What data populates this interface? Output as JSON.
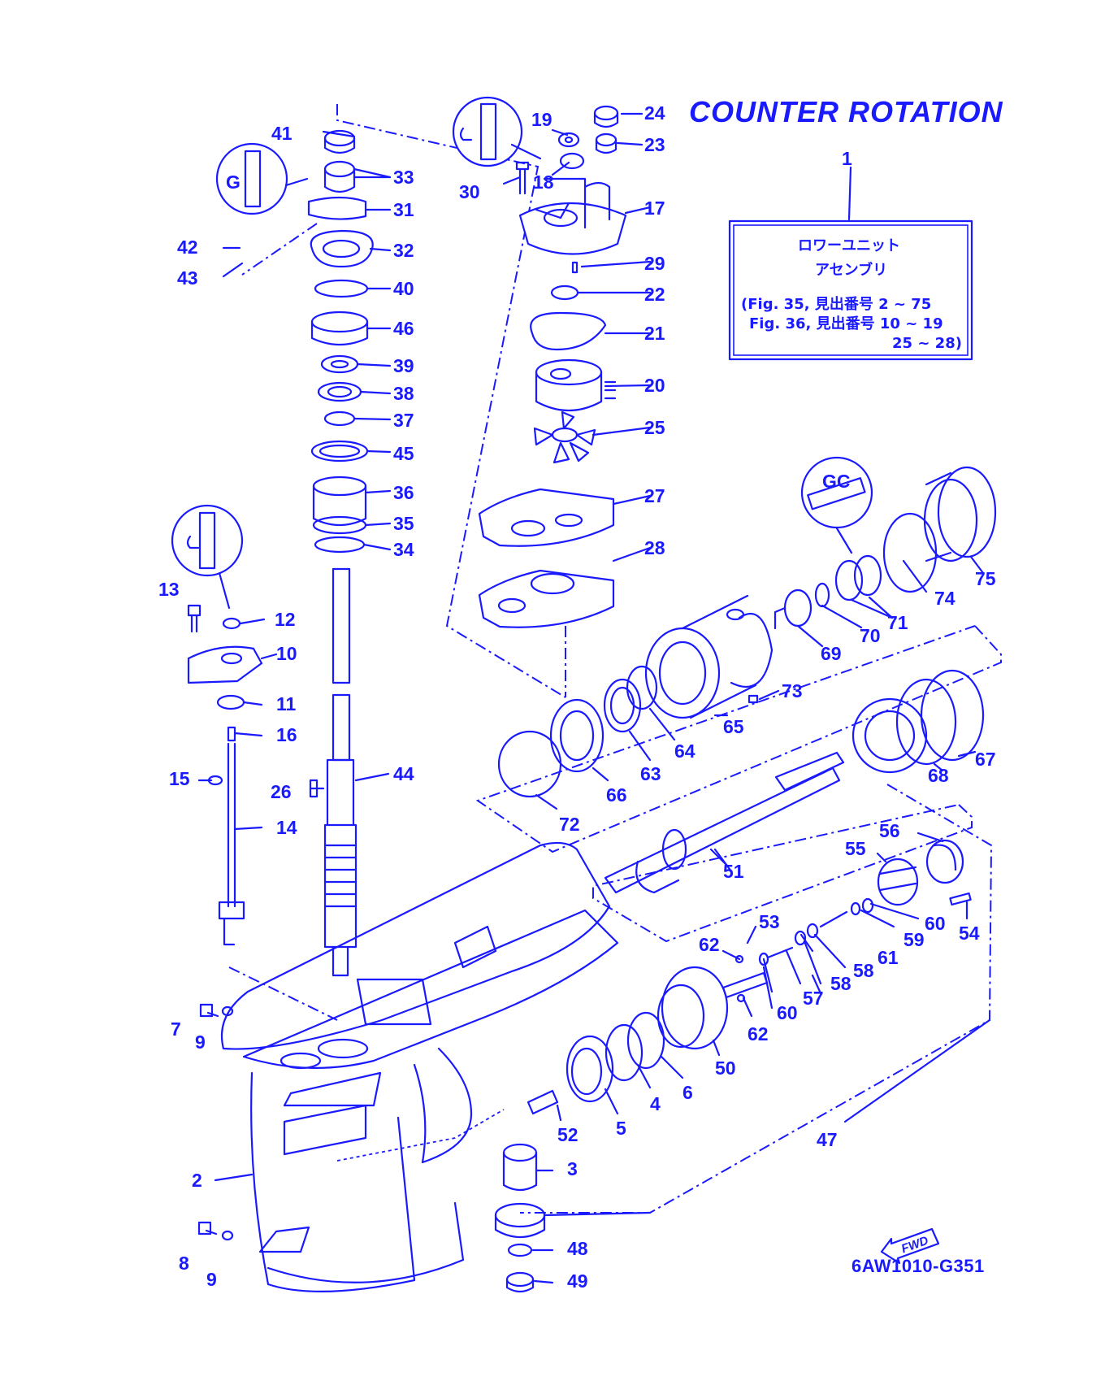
{
  "title": "COUNTER ROTATION",
  "drawing_code": "6AW1010-G351",
  "fwd_label": "FWD",
  "assembly_box": {
    "ref": "1",
    "line1": "ロワーユニット",
    "line2": "アセンブリ",
    "line3": "(Fig. 35, 見出番号  2 ~ 75",
    "line4": "Fig. 36, 見出番号  10 ~ 19",
    "line5": "25 ~ 28)"
  },
  "callouts": {
    "c2": "2",
    "c3": "3",
    "c4": "4",
    "c5": "5",
    "c6": "6",
    "c7": "7",
    "c8": "8",
    "c9a": "9",
    "c9b": "9",
    "c10": "10",
    "c11": "11",
    "c12": "12",
    "c13": "13",
    "c14": "14",
    "c15": "15",
    "c16": "16",
    "c17": "17",
    "c18": "18",
    "c19": "19",
    "c20": "20",
    "c21": "21",
    "c22": "22",
    "c23": "23",
    "c24": "24",
    "c25": "25",
    "c26": "26",
    "c27": "27",
    "c28": "28",
    "c29": "29",
    "c30": "30",
    "c31": "31",
    "c32": "32",
    "c33": "33",
    "c34": "34",
    "c35": "35",
    "c36": "36",
    "c37": "37",
    "c38": "38",
    "c39": "39",
    "c40": "40",
    "c41": "41",
    "c42": "42",
    "c43": "43",
    "c44": "44",
    "c45": "45",
    "c46": "46",
    "c47": "47",
    "c48": "48",
    "c49": "49",
    "c50": "50",
    "c51": "51",
    "c52": "52",
    "c53": "53",
    "c54": "54",
    "c55": "55",
    "c56": "56",
    "c57": "57",
    "c58a": "58",
    "c58b": "58",
    "c59": "59",
    "c60a": "60",
    "c60b": "60",
    "c61": "61",
    "c62a": "62",
    "c62b": "62",
    "c63": "63",
    "c64": "64",
    "c65": "65",
    "c66": "66",
    "c67": "67",
    "c68": "68",
    "c69": "69",
    "c70": "70",
    "c71": "71",
    "c72": "72",
    "c73": "73",
    "c74": "74",
    "c75": "75"
  },
  "colors": {
    "ink": "#1a1aff",
    "paper": "#ffffff"
  },
  "icons": [
    "grease-gc-icon",
    "grease-e-icon",
    "fwd-arrow-icon"
  ]
}
